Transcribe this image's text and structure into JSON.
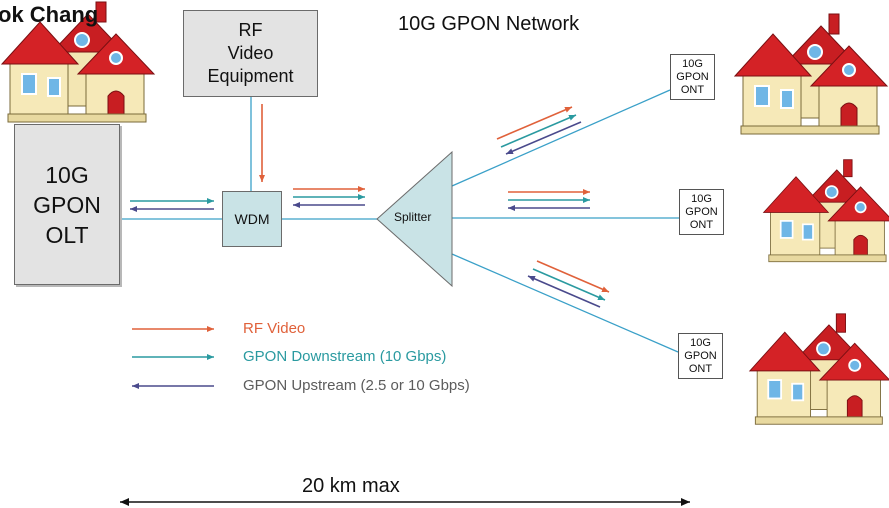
{
  "author_fragment": "ok Chang",
  "network_title": "10G GPON Network",
  "rf_equipment": {
    "label": "RF\nVideo\nEquipment"
  },
  "olt": {
    "label": "10G\nGPON\nOLT"
  },
  "wdm": {
    "label": "WDM"
  },
  "splitter": {
    "label": "Splitter"
  },
  "onts": [
    {
      "label": "10G\nGPON\nONT"
    },
    {
      "label": "10G\nGPON\nONT"
    },
    {
      "label": "10G\nGPON\nONT"
    }
  ],
  "legend": {
    "rf_video": "RF Video",
    "gpon_downstream": "GPON Downstream (10 Gbps)",
    "gpon_upstream": "GPON Upstream (2.5 or 10 Gbps)"
  },
  "distance_label": "20 km max",
  "colors": {
    "rf_video": "#e0613a",
    "downstream": "#2a9aa0",
    "upstream": "#4a4a8c",
    "fiber": "#3aa0c8",
    "splitter_fill": "#c9e3e6"
  },
  "icons": [
    "house-icon",
    "house-icon",
    "house-icon"
  ]
}
